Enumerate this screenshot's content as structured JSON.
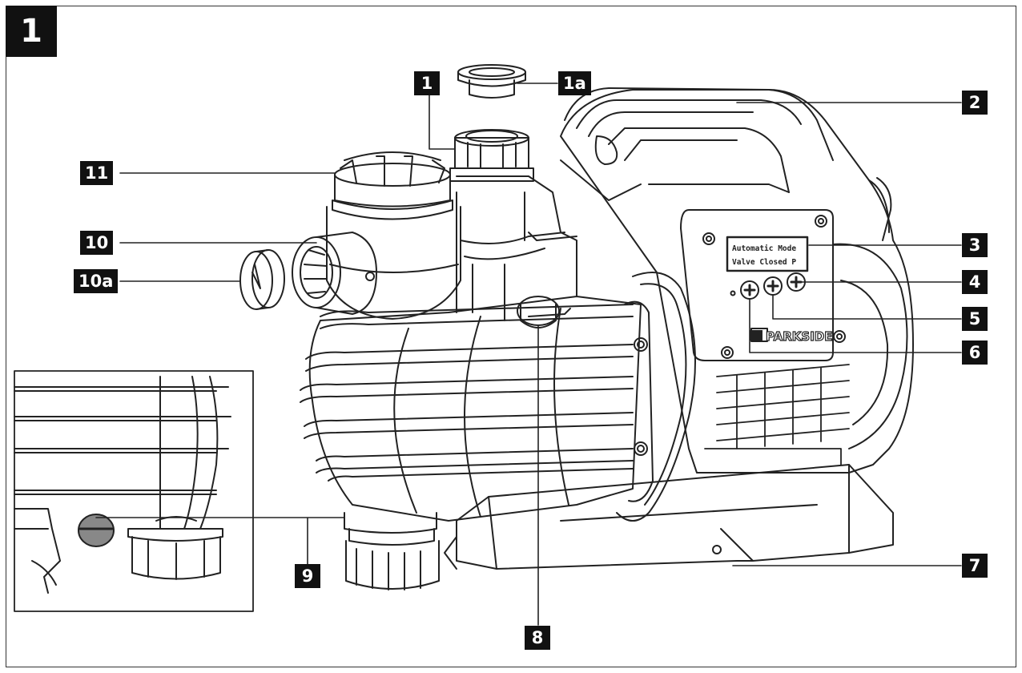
{
  "figure": {
    "number": "1"
  },
  "display": {
    "line1": "Automatic Mode",
    "line2": "Valve Closed P"
  },
  "brand": {
    "name": "PARKSIDE"
  },
  "callouts": [
    {
      "id": "1",
      "label": "1"
    },
    {
      "id": "1a",
      "label": "1a"
    },
    {
      "id": "2",
      "label": "2"
    },
    {
      "id": "3",
      "label": "3"
    },
    {
      "id": "4",
      "label": "4"
    },
    {
      "id": "5",
      "label": "5"
    },
    {
      "id": "6",
      "label": "6"
    },
    {
      "id": "7",
      "label": "7"
    },
    {
      "id": "8",
      "label": "8"
    },
    {
      "id": "9",
      "label": "9"
    },
    {
      "id": "10",
      "label": "10"
    },
    {
      "id": "10a",
      "label": "10a"
    },
    {
      "id": "11",
      "label": "11"
    }
  ]
}
